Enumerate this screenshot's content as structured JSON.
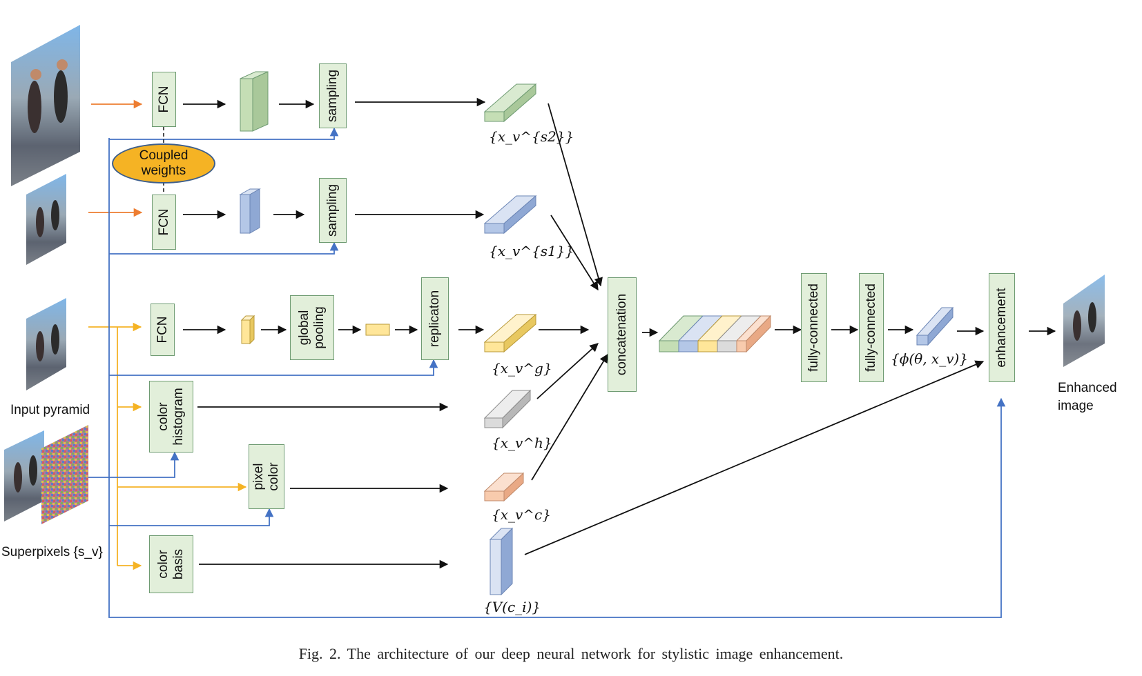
{
  "caption": "Fig. 2.   The architecture of our deep neural network for stylistic image enhancement.",
  "side_labels": {
    "input_pyramid": "Input pyramid",
    "superpixels": "Superpixels {s_v}",
    "enhanced_image": "Enhanced\nimage"
  },
  "coupled_weights": "Coupled\nweights",
  "boxes": {
    "fcn_1": "FCN",
    "fcn_2": "FCN",
    "fcn_3": "FCN",
    "sampling_1": "sampling",
    "sampling_2": "sampling",
    "global_pooling": "global\npooling",
    "replication": "replicaton",
    "color_histogram": "color\nhistogram",
    "pixel_color": "pixel\ncolor",
    "color_basis": "color\nbasis",
    "concatenation": "concatenation",
    "fully_connected_1": "fully-connected",
    "fully_connected_2": "fully-connected",
    "enhancement": "enhancement"
  },
  "feature_labels": {
    "x_s2": "{x_v^{s2}}",
    "x_s1": "{x_v^{s1}}",
    "x_g": "{x_v^g}",
    "x_h": "{x_v^h}",
    "x_c": "{x_v^c}",
    "v_ci": "{V(c_i)}",
    "phi": "{ϕ(θ, x_v)}"
  },
  "colors": {
    "box_fill": "#e2efda",
    "box_border": "#6e9b72",
    "orange_arrow": "#ed7d31",
    "yellow_arrow": "#f5b324",
    "blue_line": "#4472c4",
    "ellipse_fill": "#f5b324",
    "feature_green": "#c5deb5",
    "feature_blue": "#b4c7e7",
    "feature_yellow": "#ffe699",
    "feature_gray": "#dbdbdb",
    "feature_orange": "#f8cbad"
  }
}
